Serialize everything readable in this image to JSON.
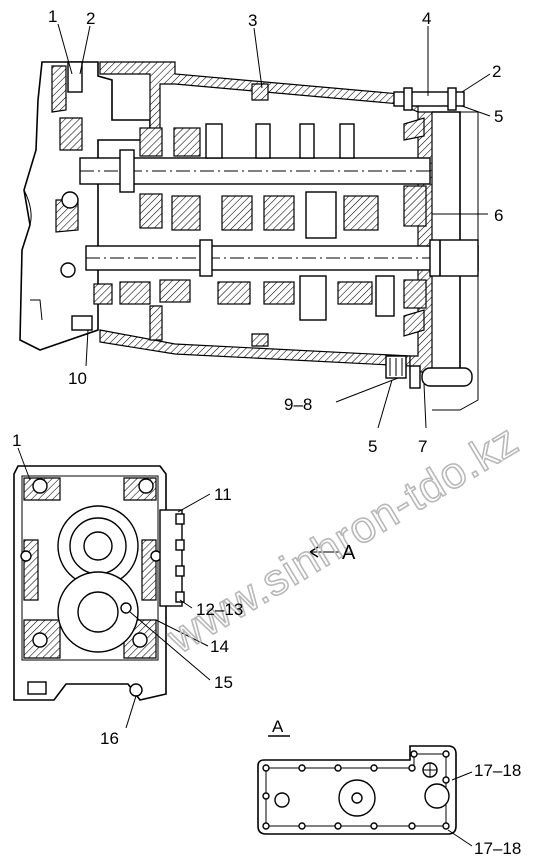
{
  "watermark": "www.sinhron-tdo.kz",
  "callouts": {
    "c1": "1",
    "c2": "2",
    "c3": "3",
    "c4": "4",
    "c2r": "2",
    "c5r": "5",
    "c6": "6",
    "c10": "10",
    "c98": "9–8",
    "c5b": "5",
    "c7": "7",
    "c1b": "1",
    "c11": "11",
    "viewA": "A",
    "c1213": "12–13",
    "c14": "14",
    "c15": "15",
    "c16": "16",
    "sectionA": "A",
    "c1718a": "17–18",
    "c1718b": "17–18"
  }
}
